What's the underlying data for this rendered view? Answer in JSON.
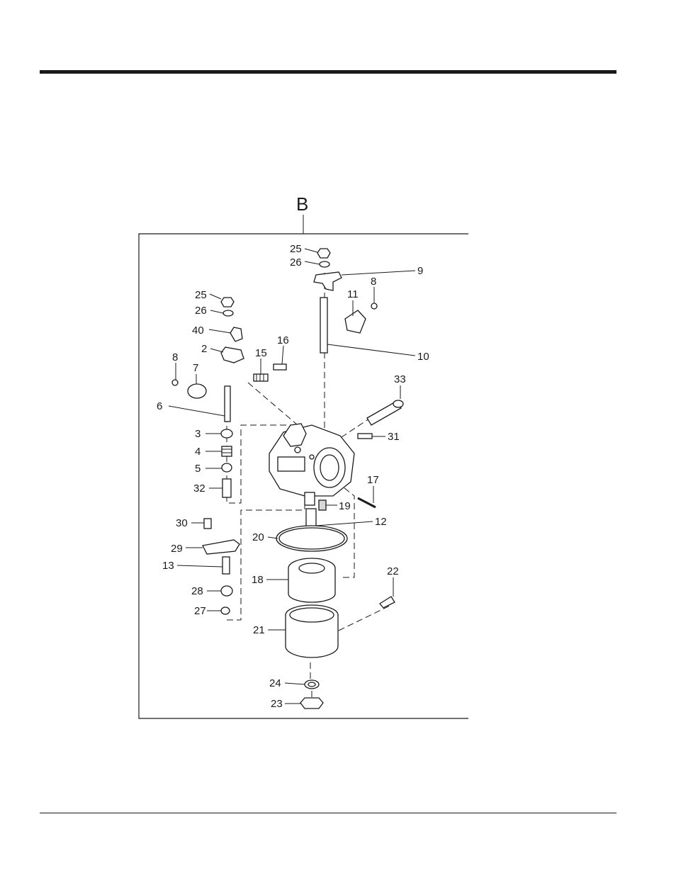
{
  "section_letter": "B",
  "callouts": {
    "p25a": "25",
    "p26a": "26",
    "p9": "9",
    "p11": "11",
    "p8a": "8",
    "p10": "10",
    "p25b": "25",
    "p26b": "26",
    "p40": "40",
    "p2": "2",
    "p15": "15",
    "p16": "16",
    "p8b": "8",
    "p7": "7",
    "p6": "6",
    "p33": "33",
    "p3": "3",
    "p31": "31",
    "p4": "4",
    "p5": "5",
    "p32": "32",
    "p17": "17",
    "p19": "19",
    "p30": "30",
    "p12": "12",
    "p20": "20",
    "p29": "29",
    "p13": "13",
    "p22": "22",
    "p18": "18",
    "p28": "28",
    "p27": "27",
    "p21": "21",
    "p24": "24",
    "p23": "23"
  }
}
